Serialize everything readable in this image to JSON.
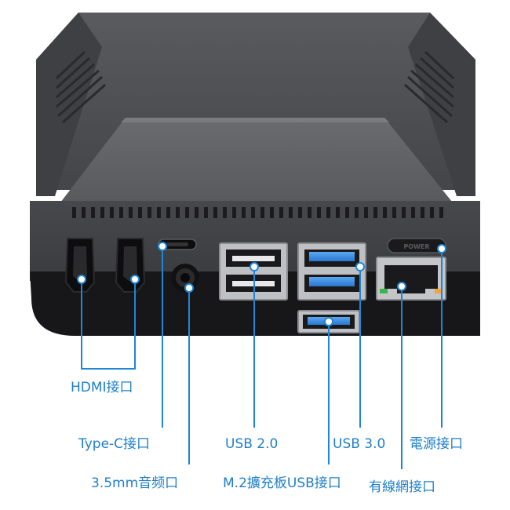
{
  "case": {
    "power_button_text": "POWER"
  },
  "labels": {
    "hdmi": "HDMI接口",
    "typec": "Type-C接口",
    "audio": "3.5mm音频口",
    "usb2": "USB 2.0",
    "m2usb": "M.2擴充板USB接口",
    "usb3": "USB 3.0",
    "power": "電源接口",
    "ethernet": "有線網接口"
  },
  "colors": {
    "callout": "#1f86d6",
    "case_top": "#4a4b4e",
    "case_side": "#39393c",
    "case_base": "#17171a",
    "usb3_blue": "#2f86e0"
  }
}
